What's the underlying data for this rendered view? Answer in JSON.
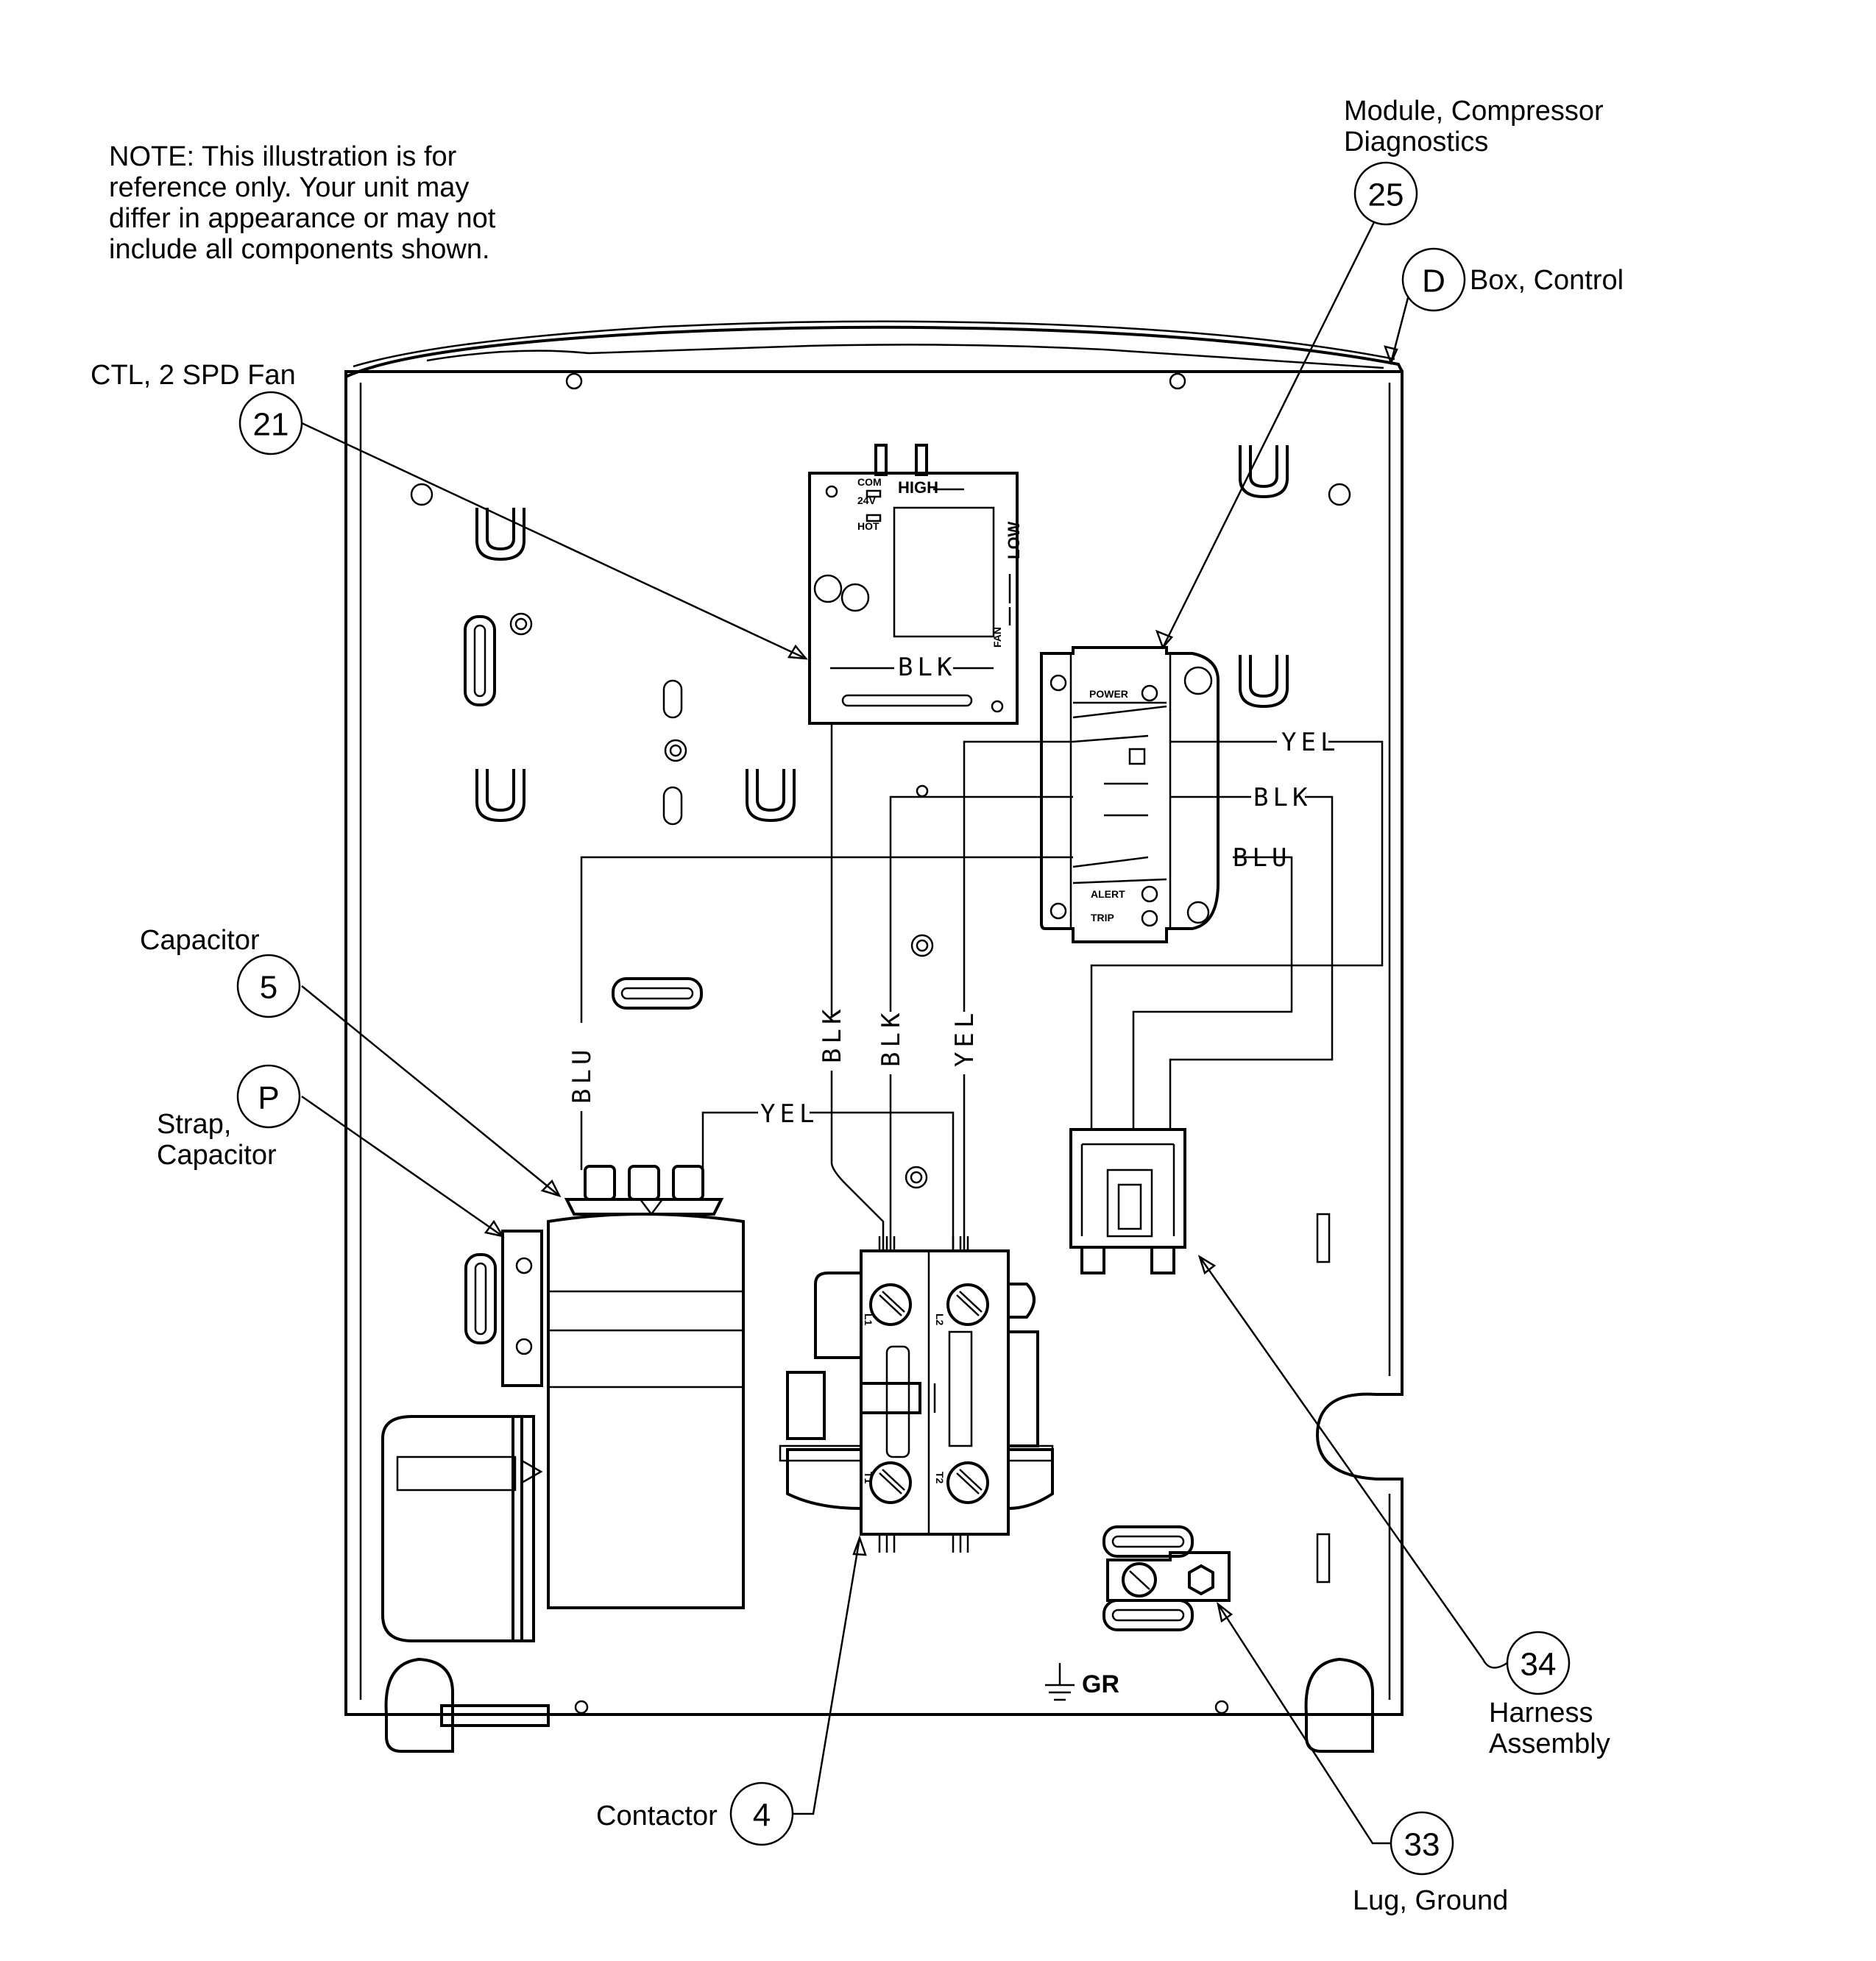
{
  "note": {
    "lines": [
      "NOTE: This illustration is for",
      "reference only. Your unit may",
      "differ in appearance or may not",
      "include all components shown."
    ]
  },
  "callouts": [
    {
      "id": "25",
      "label_lines": [
        "Module, Compressor",
        "Diagnostics"
      ]
    },
    {
      "id": "D",
      "label_lines": [
        "Box, Control"
      ]
    },
    {
      "id": "21",
      "label_lines": [
        "CTL, 2 SPD Fan"
      ]
    },
    {
      "id": "5",
      "label_lines": [
        "Capacitor"
      ]
    },
    {
      "id": "P",
      "label_lines": [
        "Strap,",
        "Capacitor"
      ]
    },
    {
      "id": "4",
      "label_lines": [
        "Contactor"
      ]
    },
    {
      "id": "34",
      "label_lines": [
        "Harness",
        "Assembly"
      ]
    },
    {
      "id": "33",
      "label_lines": [
        "Lug, Ground"
      ]
    }
  ],
  "wire_labels": {
    "blk_fan_board": "BLK",
    "yel_module": "YEL",
    "blk_module": "BLK",
    "blu_module": "BLU",
    "blu_vertical": "BLU",
    "blk_vertical_1": "BLK",
    "blk_vertical_2": "BLK",
    "yel_vertical": "YEL",
    "yel_capacitor": "YEL"
  },
  "fan_board_labels": {
    "high": "HIGH",
    "low": "LOW",
    "fan": "FAN",
    "com": "COM",
    "v24": "24V",
    "hot": "HOT"
  },
  "module_labels": {
    "power": "POWER",
    "alert": "ALERT",
    "trip": "TRIP"
  },
  "contactor_labels": {
    "l1": "L1",
    "l2": "L2",
    "t1": "T1",
    "t2": "T2"
  },
  "ground_label": "GR",
  "colors": {
    "ink": "#000000",
    "paper": "#ffffff"
  }
}
